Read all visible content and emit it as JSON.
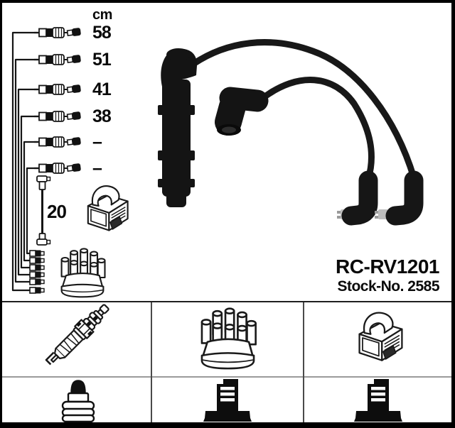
{
  "product": {
    "part_number": "RC-RV1201",
    "stock_number": "Stock-No. 2585"
  },
  "measurements": {
    "unit_label": "cm",
    "lead_lengths": [
      "58",
      "51",
      "41",
      "38",
      "–",
      "–"
    ],
    "coil_lead_length": "20"
  },
  "legend": {
    "components_row": [
      "spark-plug-icon",
      "distributor-cap-icon",
      "ignition-coil-icon"
    ],
    "terminals_row": [
      "plug-boot-icon",
      "distributor-terminal-icon",
      "coil-terminal-icon"
    ]
  },
  "colors": {
    "background": "#ffffff",
    "frame": "#000000",
    "line_art": "#1a1a1a",
    "photo_black": "#151515",
    "divider": "#4a4a4a",
    "separator": "#9a9a9a"
  }
}
